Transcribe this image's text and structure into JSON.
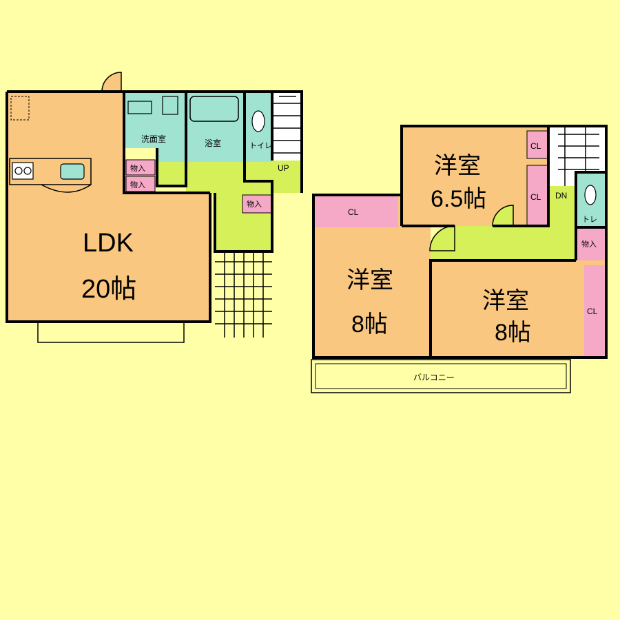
{
  "floor1": {
    "ldk_name": "LDK",
    "ldk_size": "20帖",
    "washroom": "洗面室",
    "bathroom": "浴室",
    "toilet": "トイレ",
    "storage_a": "物入",
    "storage_b": "物入",
    "storage_c": "物入",
    "stairs_up": "UP"
  },
  "floor2": {
    "room_a_name": "洋室",
    "room_a_size": "6.5帖",
    "room_b_name": "洋室",
    "room_b_size": "8帖",
    "room_c_name": "洋室",
    "room_c_size": "8帖",
    "closet_a": "CL",
    "closet_b": "CL",
    "closet_c": "CL",
    "closet_d": "CL",
    "toilet": "トレ",
    "storage": "物入",
    "stairs_down": "DN",
    "balcony": "バルコニー"
  },
  "colors": {
    "background": "#FFFFA8",
    "living_room": "#F9C77F",
    "wet_area": "#9FE3D0",
    "hallway": "#D6F05A",
    "storage": "#F6A9C6",
    "stairs": "#FFFFFF"
  }
}
